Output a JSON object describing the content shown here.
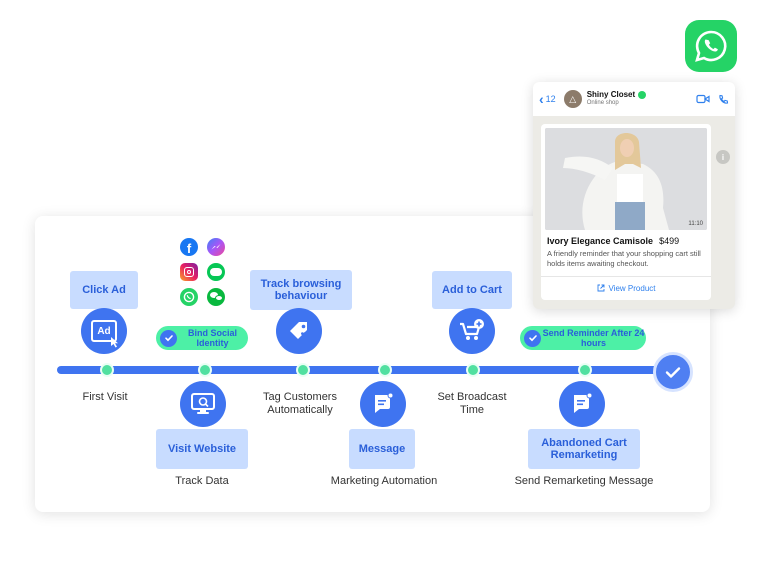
{
  "timeline": {
    "stages": {
      "click_ad": "Click Ad",
      "first_visit": "First Visit",
      "visit_website": "Visit Website",
      "track_data": "Track Data",
      "track_browsing": "Track browsing behaviour",
      "tag_customers": "Tag Customers Automatically",
      "message": "Message",
      "marketing_automation": "Marketing Automation",
      "add_to_cart": "Add to Cart",
      "set_broadcast": "Set Broadcast Time",
      "abandoned_cart": "Abandoned Cart Remarketing",
      "send_remarketing": "Send Remarketing Message"
    },
    "pills": {
      "bind_social": "Bind Social Identity",
      "send_reminder": "Send Reminder After 24 hours"
    },
    "icon_text": {
      "ad": "Ad"
    },
    "social_icons": [
      "facebook-icon",
      "messenger-icon",
      "instagram-icon",
      "line-icon",
      "whatsapp-icon",
      "wechat-icon"
    ]
  },
  "chat": {
    "back_count": "12",
    "shop_name": "Shiny Closet",
    "shop_status": "Online shop",
    "time": "11:10",
    "product_name": "Ivory Elegance Camisole",
    "price": "$499",
    "message": "A friendly reminder that your shopping cart still holds items awaiting checkout.",
    "cta": "View Product"
  },
  "colors": {
    "accent": "#3f74f0",
    "green": "#4df0a6",
    "light_blue": "#c8dcff",
    "whatsapp": "#25d366"
  }
}
